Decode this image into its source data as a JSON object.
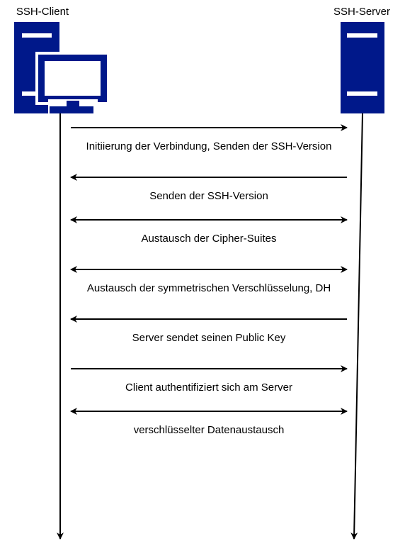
{
  "client": {
    "title": "SSH-Client",
    "icon": "desktop-computer-icon"
  },
  "server": {
    "title": "SSH-Server",
    "icon": "server-tower-icon"
  },
  "messages": [
    {
      "label": "Initiierung der Verbindung, Senden der SSH-Version",
      "direction": "client-to-server"
    },
    {
      "label": "Senden der SSH-Version",
      "direction": "server-to-client"
    },
    {
      "label": "Austausch der Cipher-Suites",
      "direction": "both"
    },
    {
      "label": "Austausch der symmetrischen Verschlüsselung, DH",
      "direction": "both"
    },
    {
      "label": "Server sendet seinen Public Key",
      "direction": "server-to-client"
    },
    {
      "label": "Client authentifiziert sich am Server",
      "direction": "client-to-server"
    },
    {
      "label": "verschlüsselter Datenaustausch",
      "direction": "both"
    }
  ],
  "colors": {
    "icon": "#00188A",
    "line": "#000000",
    "background": "#ffffff"
  }
}
